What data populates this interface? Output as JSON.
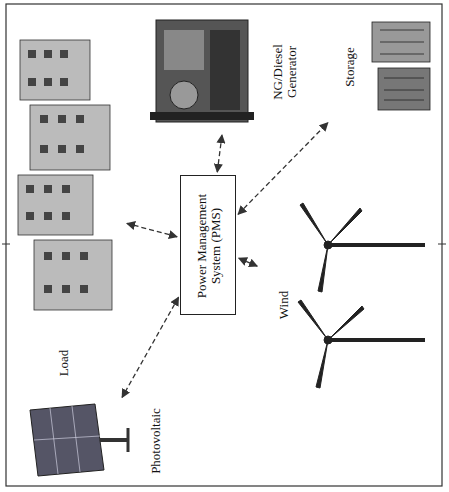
{
  "diagram": {
    "nodes": [
      {
        "text": [
          "Load"
        ]
      },
      {
        "text": [
          "NG/Diesel Generator"
        ]
      },
      {
        "text": [
          "Storage"
        ]
      },
      {
        "text": [
          "Power Management System (PMS)"
        ]
      },
      {
        "text": [
          "Wind"
        ]
      },
      {
        "text": [
          "Photovoltaic"
        ]
      }
    ],
    "edges": [
      {
        "from": 3,
        "to": 0,
        "arrow": "both"
      },
      {
        "from": 3,
        "to": 1,
        "arrow": "both"
      },
      {
        "from": 3,
        "to": 2,
        "arrow": "both"
      },
      {
        "from": 3,
        "to": 4,
        "arrow": "both"
      },
      {
        "from": 3,
        "to": 5,
        "arrow": "both"
      }
    ]
  }
}
